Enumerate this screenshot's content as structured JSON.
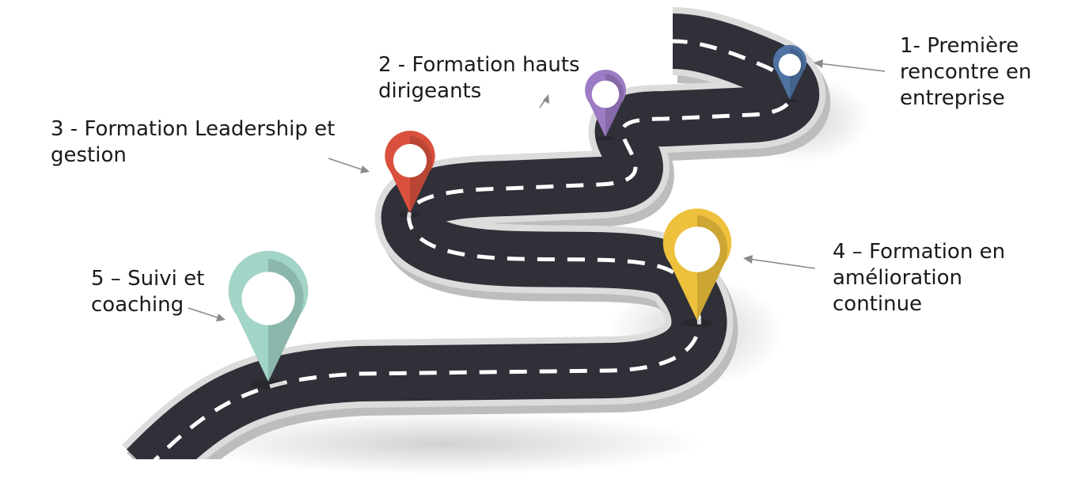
{
  "steps": [
    {
      "number": "1",
      "lines": [
        "1- Première",
        "rencontre en",
        "entreprise"
      ],
      "pin_color": "#4f73a3"
    },
    {
      "number": "2",
      "lines": [
        "2 - Formation hauts",
        "dirigeants"
      ],
      "pin_color": "#9d7bc4"
    },
    {
      "number": "3",
      "lines": [
        "3 - Formation Leadership et",
        "gestion"
      ],
      "pin_color": "#d9513e"
    },
    {
      "number": "4",
      "lines": [
        "4 – Formation en",
        "amélioration",
        "continue"
      ],
      "pin_color": "#eec13c"
    },
    {
      "number": "5",
      "lines": [
        "5 – Suivi et",
        "coaching"
      ],
      "pin_color": "#a2d4c8"
    }
  ],
  "colors": {
    "road": "#2f3038",
    "road_edge": "#dcdcdc",
    "road_side": "#bdbdbd",
    "dash": "#ffffff",
    "arrow": "#8a8a8a",
    "text": "#1a1a1a"
  }
}
